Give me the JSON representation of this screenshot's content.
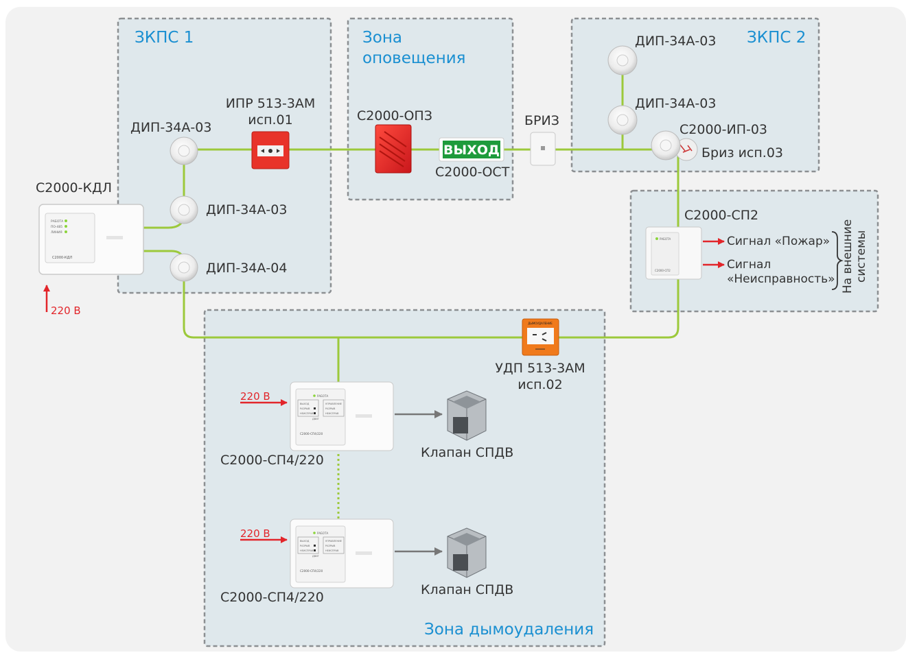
{
  "colors": {
    "accent_blue": "#1a8fd1",
    "line_green": "#9cc93b",
    "signal_red": "#e2252a",
    "zone_fill": "#dfe8ec",
    "zone_border": "#8c8f92",
    "text": "#333333"
  },
  "zones": {
    "zkps1": "ЗКПС 1",
    "warning_line1": "Зона",
    "warning_line2": "оповещения",
    "zkps2": "ЗКПС 2",
    "smoke": "Зона дымоудаления"
  },
  "devices": {
    "kdl": "С2000-КДЛ",
    "kdl_power": "220 В",
    "dip1": "ДИП-34А-03",
    "dip2": "ДИП-34А-03",
    "dip3": "ДИП-34А-04",
    "ipr_line1": "ИПР 513-3АМ",
    "ipr_line2": "исп.01",
    "opz": "С2000-ОПЗ",
    "ost": "С2000-ОСТ",
    "exit_sign": "ВЫХОД",
    "briz": "БРИЗ",
    "z2_dip1": "ДИП-34А-03",
    "z2_dip2": "ДИП-34А-03",
    "ip03": "С2000-ИП-03",
    "briz03": "Бриз исп.03",
    "sp2": "С2000-СП2",
    "signal_fire": "Сигнал «Пожар»",
    "signal_fault_line1": "Сигнал",
    "signal_fault_line2": "«Неисправность»",
    "external_line1": "На внешние",
    "external_line2": "системы",
    "udp_line1": "УДП 513-3АМ",
    "udp_line2": "исп.02",
    "sp4_1": "С2000-СП4/220",
    "sp4_2": "С2000-СП4/220",
    "sp4_1_power": "220 В",
    "sp4_2_power": "220 В",
    "valve1": "Клапан СПДВ",
    "valve2": "Клапан СПДВ"
  },
  "device_panels": {
    "kdl_leds": [
      "РАБОТА",
      "ПО-485",
      "ЛИНИЯ"
    ],
    "kdl_name": "С2000-КДЛ",
    "sp4_name": "С2000-СП4/220",
    "sp4_top": "РАБОТА",
    "sp4_left": [
      "ВЫХОД",
      "РАЗРЫВ",
      "НЕИСПРАВ"
    ],
    "sp4_right": [
      "УПРАВЛЕНИЕ",
      "РАЗРЫВ",
      "НЕИСПРАВ"
    ],
    "sp4_bottom": "ДВИГ",
    "sp2_led": "РАБОТА",
    "sp2_name": "С2000-СП2",
    "udp_text": "ДЫМОУДАЛЕНИЕ"
  }
}
